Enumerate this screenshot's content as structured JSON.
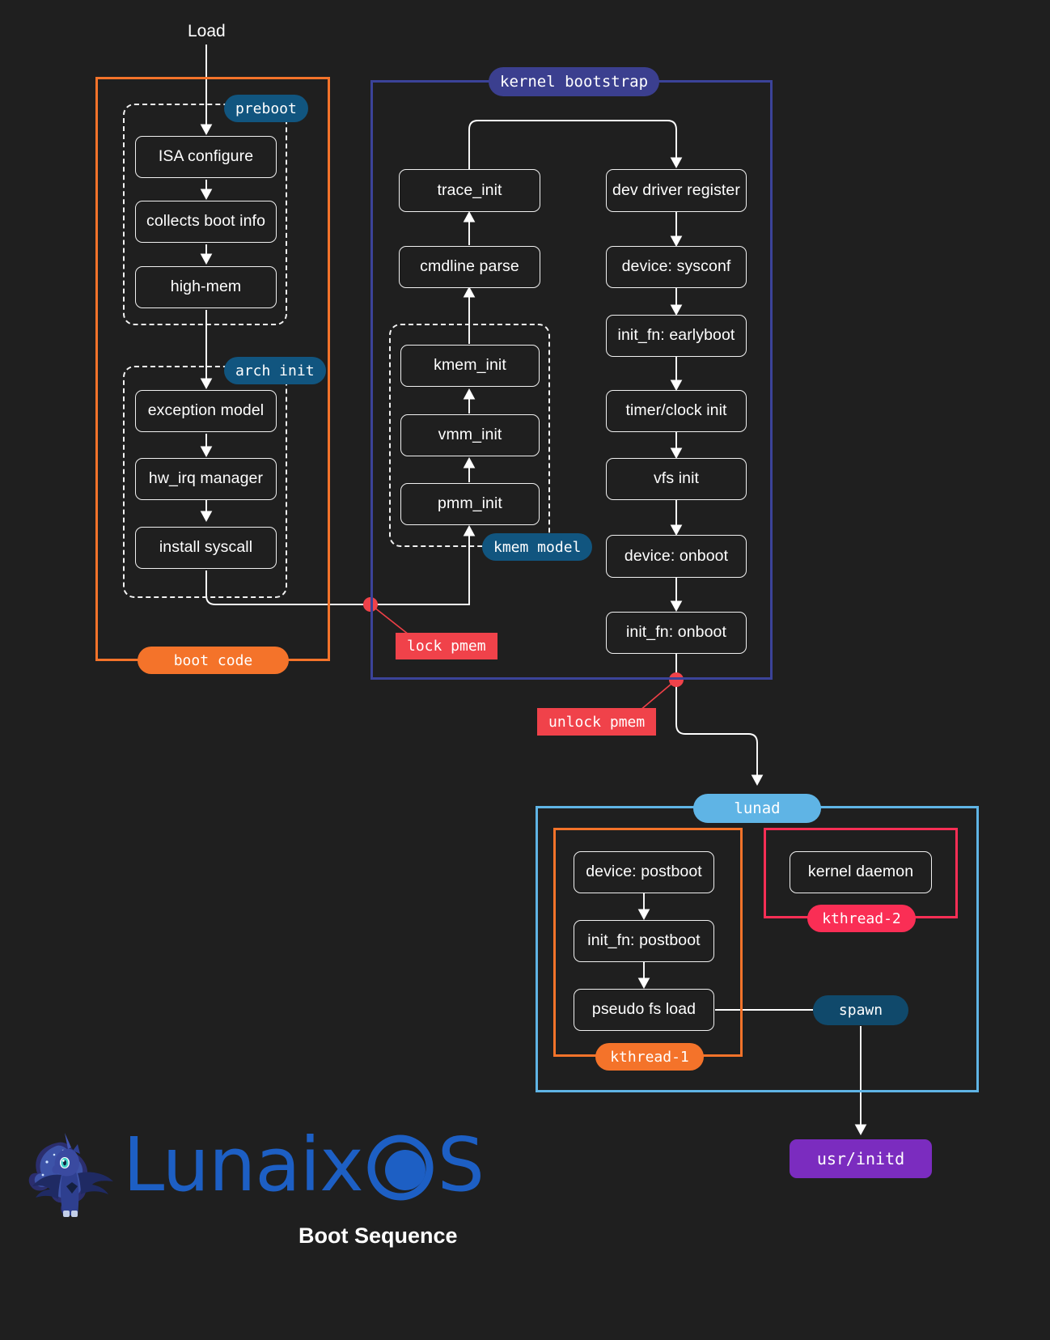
{
  "diagram": {
    "title": "Boot Sequence",
    "brand": "LunaixOS",
    "entry_label": "Load"
  },
  "colors": {
    "background": "#1f1f1f",
    "node_stroke": "#f0f0f0",
    "edge": "#ffffff",
    "boot_code": "#f4732a",
    "kernel_bootstrap": "#3b4399",
    "kernel_bootstrap_badge": "#3b3f8f",
    "preboot_badge": "#11557f",
    "lock_marker": "#f0424a",
    "lunad": "#5fb4e5",
    "kthread1": "#f4732a",
    "kthread2": "#fa2e55",
    "spawn": "#10496b",
    "usr_initd": "#7b2cbf",
    "logo_blue": "#1d5fc4"
  },
  "clusters": [
    {
      "id": "boot-code",
      "label": "boot code",
      "style": "solid",
      "color": "#f4732a",
      "badge_color": "#f4732a"
    },
    {
      "id": "preboot",
      "label": "preboot",
      "style": "dashed",
      "badge_color": "#11557f"
    },
    {
      "id": "arch-init",
      "label": "arch init",
      "style": "dashed",
      "badge_color": "#11557f"
    },
    {
      "id": "kernel-bootstrap",
      "label": "kernel bootstrap",
      "style": "solid",
      "color": "#3b4399",
      "badge_color": "#3b3f8f"
    },
    {
      "id": "kmem-model",
      "label": "kmem model",
      "style": "dashed",
      "badge_color": "#11557f"
    },
    {
      "id": "lunad",
      "label": "lunad",
      "style": "solid",
      "color": "#5fb4e5",
      "badge_color": "#5fb4e5"
    },
    {
      "id": "kthread-1",
      "label": "kthread-1",
      "style": "solid",
      "color": "#f4732a",
      "badge_color": "#f4732a"
    },
    {
      "id": "kthread-2",
      "label": "kthread-2",
      "style": "solid",
      "color": "#fa2e55",
      "badge_color": "#fa2e55"
    }
  ],
  "nodes": {
    "preboot": [
      {
        "id": "isa-configure",
        "label": "ISA configure"
      },
      {
        "id": "collects-boot-info",
        "label": "collects boot info"
      },
      {
        "id": "high-mem",
        "label": "high-mem"
      }
    ],
    "arch_init": [
      {
        "id": "exception-model",
        "label": "exception model"
      },
      {
        "id": "hw-irq-manager",
        "label": "hw_irq manager"
      },
      {
        "id": "install-syscall",
        "label": "install syscall"
      }
    ],
    "kernel_left": [
      {
        "id": "trace-init",
        "label": "trace_init"
      },
      {
        "id": "cmdline-parse",
        "label": "cmdline parse"
      },
      {
        "id": "kmem-init",
        "label": "kmem_init"
      },
      {
        "id": "vmm-init",
        "label": "vmm_init"
      },
      {
        "id": "pmm-init",
        "label": "pmm_init"
      }
    ],
    "kernel_right": [
      {
        "id": "dev-driver-register",
        "label": "dev driver register"
      },
      {
        "id": "device-sysconf",
        "label": "device: sysconf"
      },
      {
        "id": "init-fn-earlyboot",
        "label": "init_fn: earlyboot"
      },
      {
        "id": "timer-clock-init",
        "label": "timer/clock init"
      },
      {
        "id": "vfs-init",
        "label": "vfs init"
      },
      {
        "id": "device-onboot",
        "label": "device: onboot"
      },
      {
        "id": "init-fn-onboot",
        "label": "init_fn: onboot"
      }
    ],
    "kthread1": [
      {
        "id": "device-postboot",
        "label": "device: postboot"
      },
      {
        "id": "init-fn-postboot",
        "label": "init_fn: postboot"
      },
      {
        "id": "pseudo-fs-load",
        "label": "pseudo fs load"
      }
    ],
    "kthread2": [
      {
        "id": "kernel-daemon",
        "label": "kernel daemon"
      }
    ]
  },
  "markers": [
    {
      "id": "lock-pmem",
      "label": "lock pmem",
      "color": "#f0424a"
    },
    {
      "id": "unlock-pmem",
      "label": "unlock pmem",
      "color": "#f0424a"
    }
  ],
  "terminals": [
    {
      "id": "spawn",
      "label": "spawn",
      "color": "#10496b"
    },
    {
      "id": "usr-initd",
      "label": "usr/initd",
      "color": "#7b2cbf"
    }
  ]
}
